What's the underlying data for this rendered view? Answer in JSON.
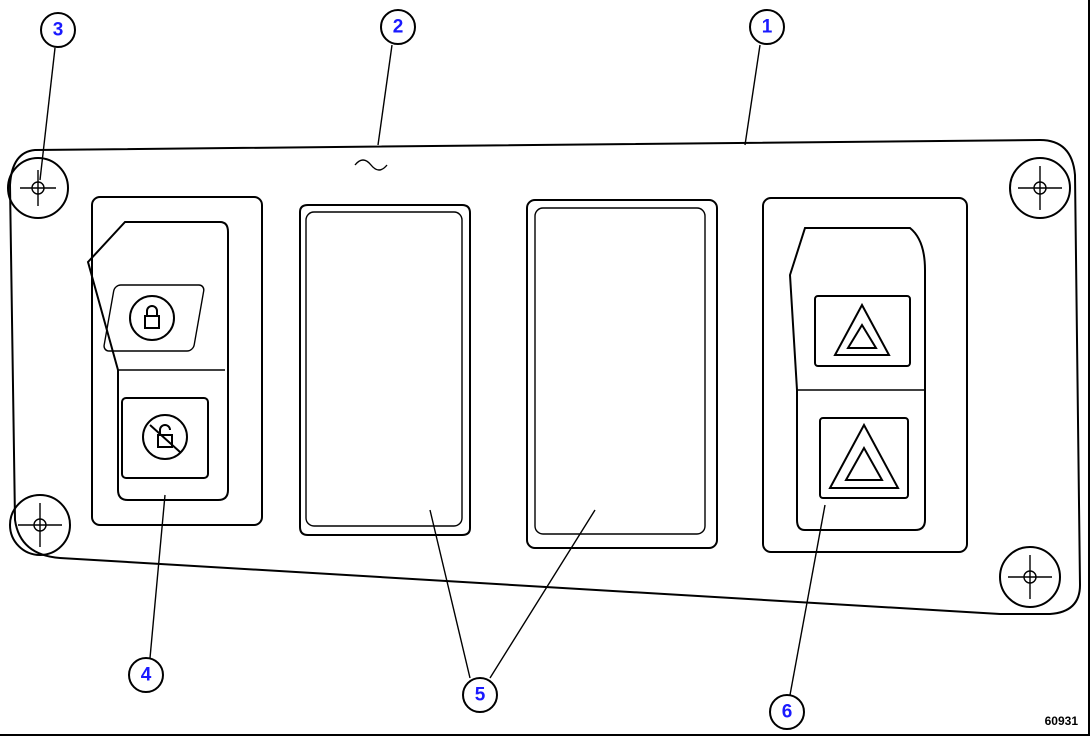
{
  "figure_id": "60931",
  "callouts": [
    "1",
    "2",
    "3",
    "4",
    "5",
    "6"
  ]
}
